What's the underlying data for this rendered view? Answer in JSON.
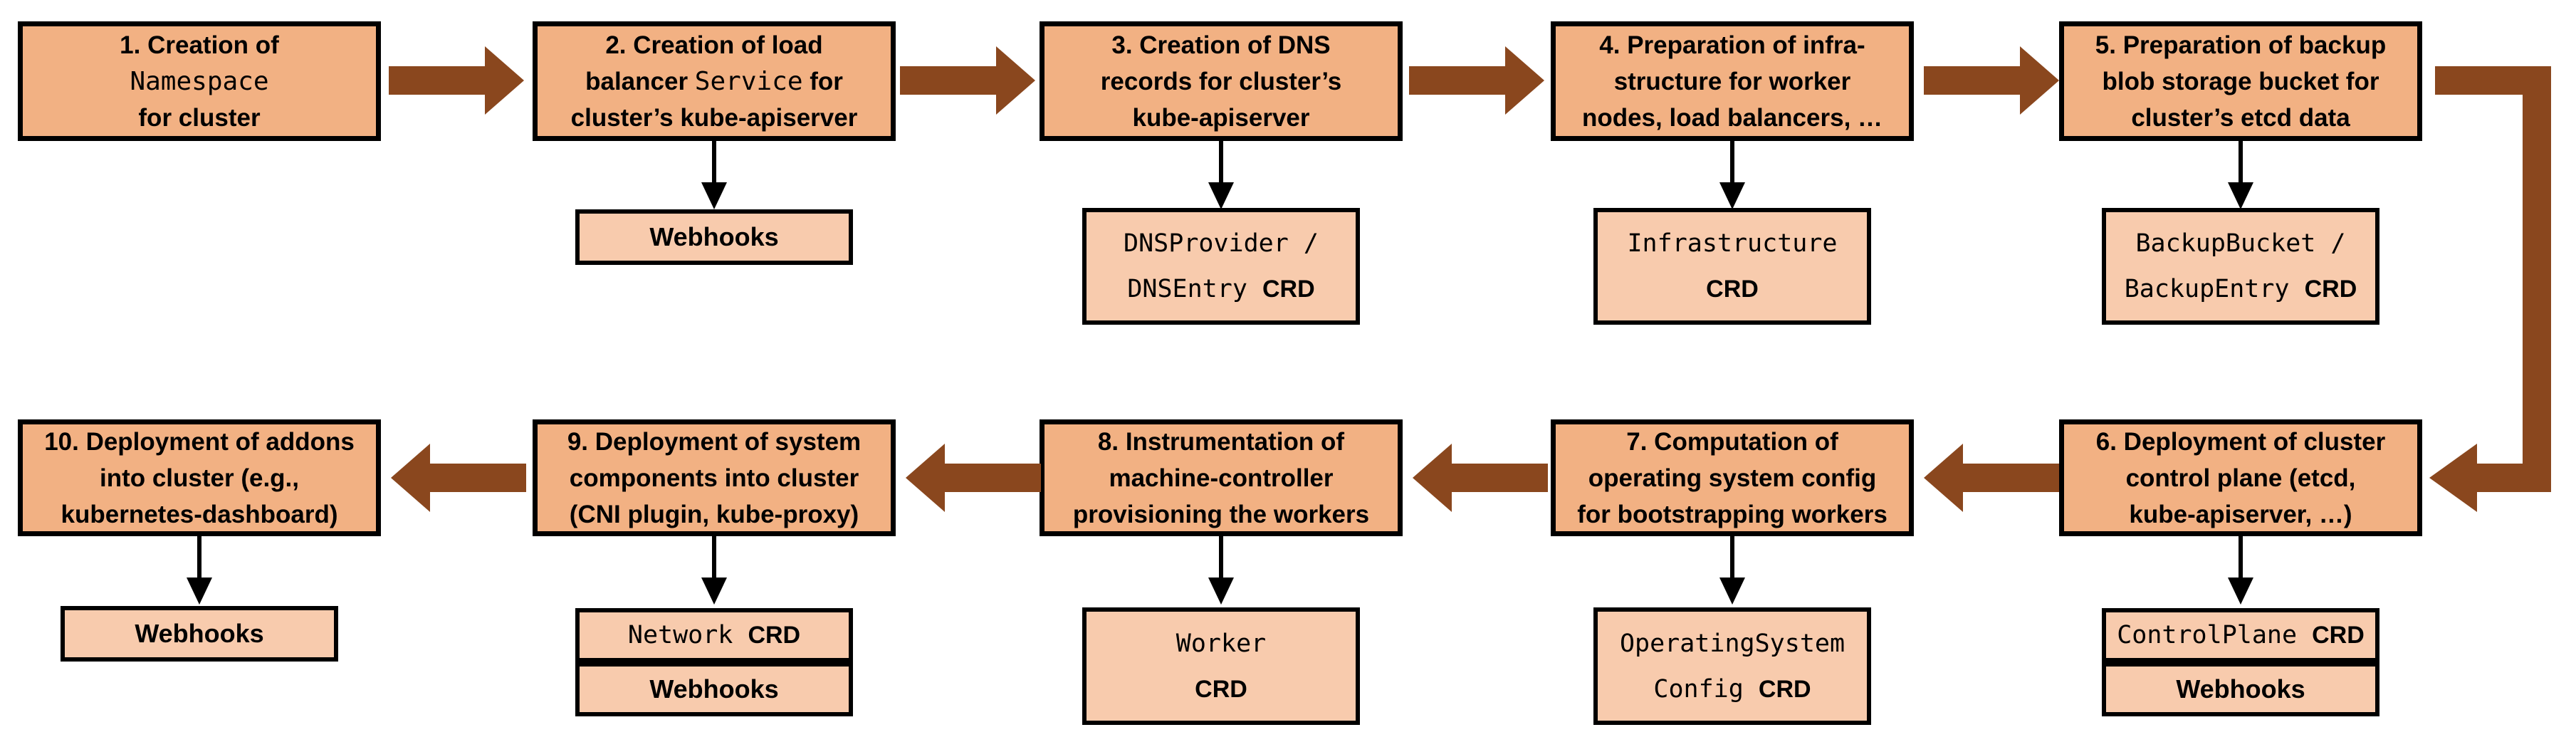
{
  "colors": {
    "main_box_fill": "#F2B183",
    "sub_box_fill": "#F8CBAD",
    "box_border": "#000000",
    "block_arrow": "#8A471E",
    "connector_arrow": "#000000",
    "background": "#FFFFFF"
  },
  "steps": {
    "step1": {
      "line1": "1. Creation of",
      "line2_mono": "Namespace",
      "line3": "for cluster"
    },
    "step2": {
      "line1": "2. Creation of load",
      "line2_pre": "balancer ",
      "line2_mono": "Service",
      "line2_post": " for",
      "line3": "cluster’s kube-apiserver"
    },
    "step3": {
      "line1": "3. Creation of DNS",
      "line2": "records for cluster’s",
      "line3": "kube-apiserver"
    },
    "step4": {
      "line1": "4. Preparation of infra-",
      "line2": "structure for worker",
      "line3": "nodes, load balancers, …"
    },
    "step5": {
      "line1": "5. Preparation of backup",
      "line2": "blob storage bucket for",
      "line3": "cluster’s etcd data"
    },
    "step6": {
      "line1": "6. Deployment of cluster",
      "line2": "control plane (etcd,",
      "line3": "kube-apiserver, …)"
    },
    "step7": {
      "line1": "7. Computation of",
      "line2": "operating system config",
      "line3": "for bootstrapping workers"
    },
    "step8": {
      "line1": "8. Instrumentation of",
      "line2": "machine-controller",
      "line3": "provisioning the workers"
    },
    "step9": {
      "line1": "9. Deployment of system",
      "line2": "components into cluster",
      "line3": "(CNI plugin, kube-proxy)"
    },
    "step10": {
      "line1": "10. Deployment of addons",
      "line2": "into cluster (e.g.,",
      "line3": "kubernetes-dashboard)"
    }
  },
  "subs": {
    "webhooks_label": "Webhooks",
    "dns": {
      "line1": "DNSProvider /",
      "line2_mono": "DNSEntry ",
      "line2_bold": "CRD"
    },
    "infrastructure": {
      "line1": "Infrastructure",
      "line2_bold": "CRD"
    },
    "backup": {
      "line1": "BackupBucket /",
      "line2_mono": "BackupEntry ",
      "line2_bold": "CRD"
    },
    "controlplane": {
      "mono": "ControlPlane ",
      "bold": "CRD"
    },
    "osc": {
      "line1": "OperatingSystem",
      "line2_mono": "Config ",
      "line2_bold": "CRD"
    },
    "worker": {
      "line1": "Worker",
      "line2_bold": "CRD"
    },
    "network": {
      "mono": "Network ",
      "bold": "CRD"
    }
  }
}
